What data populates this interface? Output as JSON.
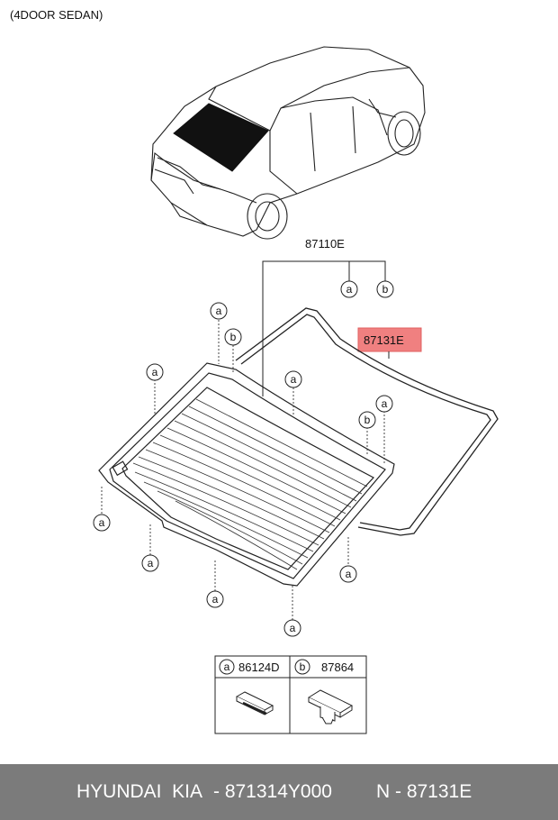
{
  "header": {
    "model": "(4DOOR SEDAN)"
  },
  "parts": {
    "assembly": "87110E",
    "glass": "87131E",
    "highlight_color": "#f08080"
  },
  "legend": {
    "a": {
      "letter": "a",
      "part": "86124D"
    },
    "b": {
      "letter": "b",
      "part": "87864"
    }
  },
  "footer": {
    "brand": "HYUNDAI  KIA",
    "part_number": "- 871314Y000",
    "ref": "N - 87131E"
  }
}
